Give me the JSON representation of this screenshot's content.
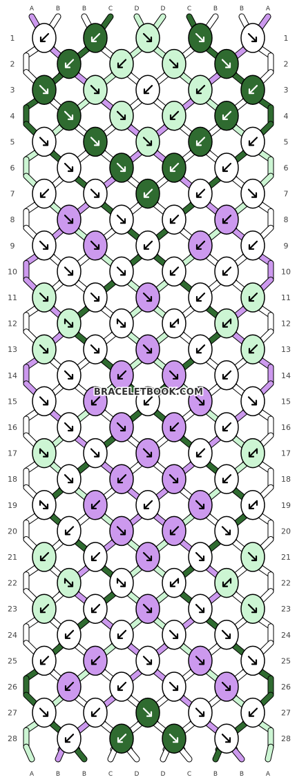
{
  "site": {
    "watermark": "BRACELETBOOK.COM"
  },
  "colors": {
    "A": "#cc99ee",
    "B": "#ffffff",
    "C": "#2f6b30",
    "D": "#ccf5d3"
  },
  "strands_top": [
    "A",
    "B",
    "B",
    "C",
    "D",
    "D",
    "C",
    "B",
    "B",
    "A"
  ],
  "strands_bottom": [
    "A",
    "B",
    "B",
    "C",
    "D",
    "D",
    "C",
    "B",
    "B",
    "A"
  ],
  "row_numbers": [
    1,
    2,
    3,
    4,
    5,
    6,
    7,
    8,
    9,
    10,
    11,
    12,
    13,
    14,
    15,
    16,
    17,
    18,
    19,
    20,
    21,
    22,
    23,
    24,
    25,
    26,
    27,
    28
  ],
  "knots": [
    [
      "B:sw",
      "C:sw",
      "D:se",
      "C:se",
      "B:se"
    ],
    [
      "C:sw",
      "D:sw",
      "D:se",
      "C:se"
    ],
    [
      "C:se",
      "D:se",
      "B:sw",
      "D:sw",
      "C:sw"
    ],
    [
      "C:se",
      "D:se",
      "D:sw",
      "C:sw"
    ],
    [
      "B:se",
      "C:se",
      "D:se",
      "C:sw",
      "B:sw"
    ],
    [
      "B:se",
      "C:se",
      "C:sw",
      "B:sw"
    ],
    [
      "B:sw",
      "B:se",
      "C:sw",
      "B:sw",
      "B:se"
    ],
    [
      "A:se",
      "B:se",
      "B:sw",
      "A:sw"
    ],
    [
      "B:se",
      "A:se",
      "B:sw",
      "A:sw",
      "B:sw"
    ],
    [
      "B:se",
      "B:se",
      "B:sw",
      "B:sw"
    ],
    [
      "D:se",
      "B:se",
      "A:se",
      "B:sw",
      "D:sw"
    ],
    [
      "D:ne",
      "B:ne",
      "B:nw",
      "D:nw"
    ],
    [
      "D:se",
      "B:se",
      "A:se",
      "B:sw",
      "D:sw"
    ],
    [
      "B:se",
      "A:sw",
      "A:se",
      "B:sw"
    ],
    [
      "B:se",
      "A:sw",
      "B:sw",
      "A:se",
      "B:se"
    ],
    [
      "B:se",
      "A:se",
      "A:sw",
      "B:sw"
    ],
    [
      "D:ne",
      "B:se",
      "A:se",
      "B:sw",
      "D:nw"
    ],
    [
      "B:se",
      "A:sw",
      "A:se",
      "B:sw"
    ],
    [
      "B:ne",
      "A:sw",
      "B:sw",
      "A:se",
      "B:nw"
    ],
    [
      "B:sw",
      "A:se",
      "A:sw",
      "B:se"
    ],
    [
      "D:sw",
      "B:sw",
      "A:se",
      "B:se",
      "D:se"
    ],
    [
      "D:ne",
      "B:ne",
      "B:nw",
      "D:nw"
    ],
    [
      "D:sw",
      "B:sw",
      "A:se",
      "B:se",
      "D:se"
    ],
    [
      "B:sw",
      "B:sw",
      "B:se",
      "B:se"
    ],
    [
      "B:sw",
      "A:sw",
      "B:se",
      "A:se",
      "B:se"
    ],
    [
      "A:sw",
      "B:sw",
      "B:se",
      "A:se"
    ],
    [
      "B:se",
      "B:sw",
      "C:se",
      "B:se",
      "B:sw"
    ],
    [
      "B:sw",
      "C:sw",
      "C:se",
      "B:se"
    ]
  ]
}
